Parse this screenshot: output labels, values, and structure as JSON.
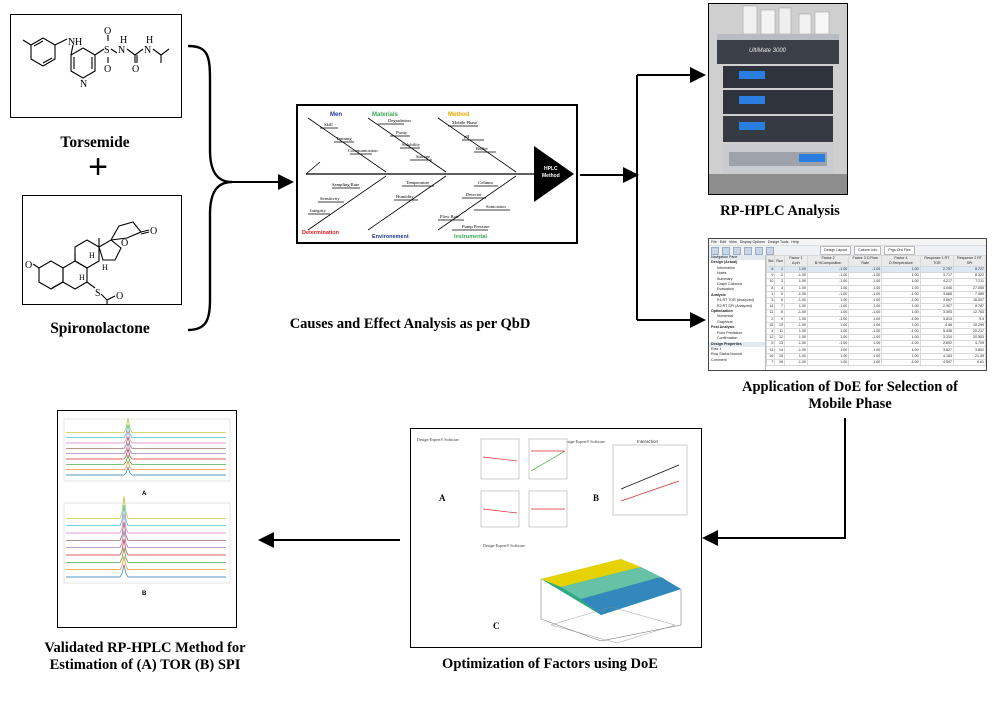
{
  "structures": {
    "torsemide_name": "Torsemide",
    "spironolactone_name": "Spironolactone",
    "plus_sign": "+",
    "torsemide_atoms": [
      "N",
      "H",
      "S",
      "O",
      "O",
      "N",
      "H",
      "O",
      "N",
      "H",
      "N"
    ],
    "spiro_atoms": [
      "O",
      "O",
      "O",
      "S",
      "O",
      "H",
      "H",
      "H"
    ]
  },
  "fishbone": {
    "categories": {
      "men": "Men",
      "materials": "Materials",
      "method": "Method",
      "determination": "Determination",
      "environment": "Environement",
      "instrumental": "Instrumental"
    },
    "head": [
      "HPLC",
      "Method"
    ],
    "men_items": [
      "Skill",
      "Training",
      "Communication"
    ],
    "materials_items": [
      "Degradation",
      "Purity",
      "Solubility",
      "Storage"
    ],
    "method_items": [
      "Mobile Phase",
      "pH",
      "Buffer"
    ],
    "determination_items": [
      "Sampling Rate",
      "Sensitivity",
      "Integrity"
    ],
    "environment_items": [
      "Temperature",
      "Humidity"
    ],
    "instrumental_items": [
      "Column",
      "Detector",
      "Sonication",
      "Flow Rate",
      "Pump Pressure"
    ],
    "colors": {
      "men": "#1f3a93",
      "materials": "#3aa655",
      "method": "#f0a500",
      "determination": "#e02020",
      "environment": "#1f3a93",
      "instrumental": "#3aa655"
    }
  },
  "captions": {
    "qbd": "Causes and Effect Analysis as per QbD",
    "rphplc": "RP-HPLC Analysis",
    "doe_line1": "Application of DoE for Selection of",
    "doe_line2": "Mobile Phase",
    "optim": "Optimization of Factors using DoE",
    "valid_line1": "Validated RP-HPLC Method for",
    "valid_line2": "Estimation of (A) TOR (B) SPI"
  },
  "hplc_photo": {
    "brand": "UltiMate 3000"
  },
  "doe_window": {
    "menu": [
      "File",
      "Edit",
      "View",
      "Display Options",
      "Design Tools",
      "Help"
    ],
    "tabs": [
      "Design Layout",
      "Column Info",
      "Prgs Ord Flex"
    ],
    "tree": [
      "Navigation Pane",
      "Design (Actual)",
      "Information",
      "Notes",
      "Summary",
      "Graph Columns",
      "Evaluation",
      "Analysis",
      "R1:RT TOR (Analyzed)",
      "R2:RT SPI (Analyzed)",
      "Optimization",
      "Numerical",
      "Graphical",
      "Post Analysis",
      "Point Prediction",
      "Confirmation",
      "Design Properties",
      "Row 1",
      "Row Status   Normal",
      "Comment"
    ],
    "headers": [
      "Std",
      "Run",
      "Factor 1 A:pH",
      "Factor 2 B:%Composition",
      "Factor 3 C:Flow Rate",
      "Factor 4 D:Temperature",
      "Response 1 RT TOR",
      "Response 2 RT SPI"
    ],
    "rows": [
      [
        "6",
        "1",
        "1.00",
        "-1.00",
        "-1.00",
        "1.00",
        "2.707",
        "8.727"
      ],
      [
        "9",
        "2",
        "-1.00",
        "-1.00",
        "-1.00",
        "1.00",
        "3.717",
        "8.322"
      ],
      [
        "10",
        "3",
        "1.00",
        "-1.00",
        "1.00",
        "1.00",
        "4.217",
        "7.211"
      ],
      [
        "8",
        "4",
        "1.00",
        "1.00",
        "1.00",
        "1.00",
        "4.046",
        "27.055"
      ],
      [
        "1",
        "5",
        "-1.00",
        "-1.00",
        "-1.00",
        "-1.00",
        "3.665",
        "7.080"
      ],
      [
        "3",
        "6",
        "-1.00",
        "1.00",
        "1.00",
        "-1.00",
        "3.667",
        "16.007"
      ],
      [
        "14",
        "7",
        "1.00",
        "-1.00",
        "1.00",
        "1.00",
        "2.907",
        "8.787"
      ],
      [
        "11",
        "8",
        "-1.00",
        "1.00",
        "-1.00",
        "1.00",
        "3.393",
        "12.763"
      ],
      [
        "2",
        "9",
        "1.00",
        "-1.00",
        "1.00",
        "-1.00",
        "3.813",
        "9.4"
      ],
      [
        "15",
        "10",
        "-1.00",
        "1.00",
        "1.00",
        "1.00",
        "4.46",
        "10.299"
      ],
      [
        "4",
        "11",
        "1.00",
        "1.00",
        "-1.00",
        "-1.00",
        "5.436",
        "20.217"
      ],
      [
        "12",
        "12",
        "1.00",
        "1.00",
        "-1.00",
        "1.00",
        "3.310",
        "20.553"
      ],
      [
        "5",
        "13",
        "-1.00",
        "-1.00",
        "1.00",
        "-1.00",
        "2.692",
        "4.709"
      ],
      [
        "13",
        "14",
        "-1.00",
        "1.00",
        "1.00",
        "1.00",
        "3.627",
        "3.802"
      ],
      [
        "16",
        "15",
        "1.00",
        "1.00",
        "1.00",
        "1.00",
        "4.163",
        "21.49"
      ],
      [
        "7",
        "16",
        "-1.00",
        "1.00",
        "1.00",
        "-1.00",
        "4.597",
        "9.61"
      ]
    ]
  },
  "optim_panel": {
    "labels": [
      "A",
      "B",
      "C"
    ],
    "interaction_title": "Interaction",
    "software_label": "Design-Expert® Software"
  },
  "chromatograms": {
    "labels": [
      "A",
      "B"
    ],
    "line_colors": [
      "#1f77b4",
      "#ff7f0e",
      "#2ca02c",
      "#d62728",
      "#9467bd",
      "#8c564b",
      "#e377c2",
      "#17becf",
      "#bcbd22"
    ]
  }
}
